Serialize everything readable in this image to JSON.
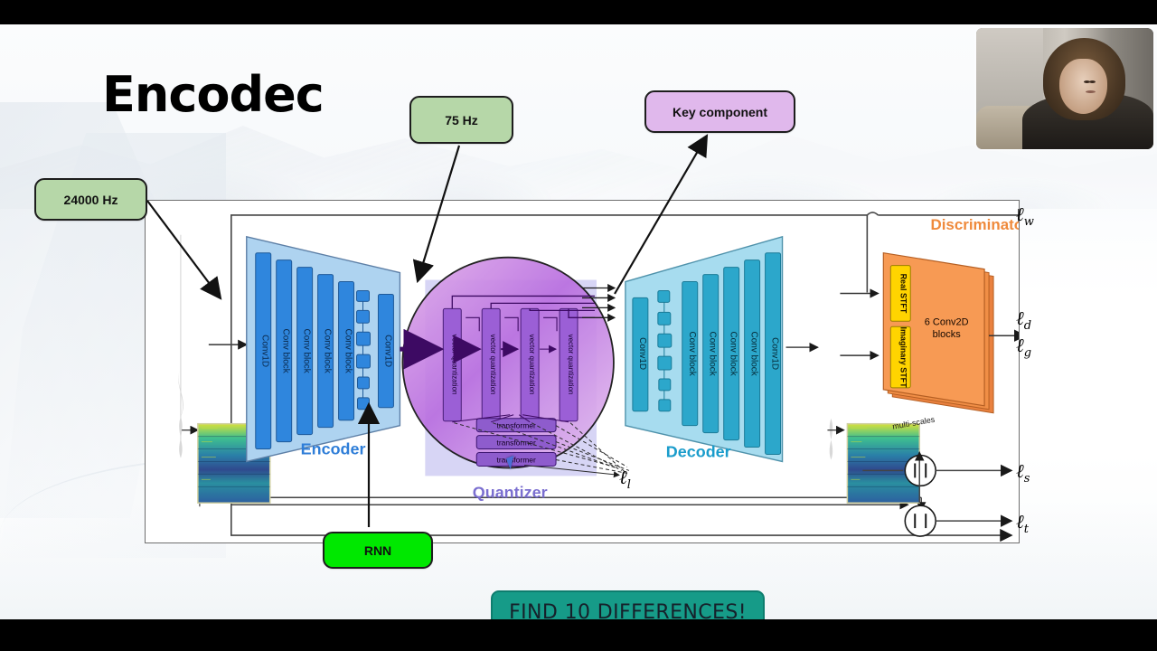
{
  "slide": {
    "title": "Encodec",
    "banner_label": "FIND 10 DIFFERENCES!"
  },
  "callouts": [
    {
      "id": "sample-rate",
      "label": "24000 Hz",
      "color": "#b6d7a8"
    },
    {
      "id": "frame-rate",
      "label": "75 Hz",
      "color": "#b6d7a8"
    },
    {
      "id": "key-component",
      "label": "Key component",
      "color": "#e0b8ec"
    },
    {
      "id": "rnn",
      "label": "RNN",
      "color": "#00e800"
    }
  ],
  "diagram": {
    "encoder": {
      "label": "Encoder",
      "label_color": "#2f7ed8",
      "blocks": [
        "Conv1D",
        "Conv block",
        "Conv block",
        "Conv block",
        "Conv block",
        "Conv1D"
      ],
      "lstm_cells": 6
    },
    "quantizer": {
      "label": "Quantizer",
      "label_color": "#7b6fd0",
      "vq_blocks": [
        "vector quantization",
        "vector quantization",
        "vector quantization",
        "vector quantization"
      ],
      "transformers": [
        "transformer",
        "transformer",
        "transformer"
      ],
      "output_arrows": 4
    },
    "decoder": {
      "label": "Decoder",
      "label_color": "#1a9ccb",
      "blocks": [
        "Conv1D",
        "Conv block",
        "Conv block",
        "Conv block",
        "Conv block",
        "Conv1D"
      ],
      "lstm_cells": 6
    },
    "discriminator": {
      "label": "Discriminator",
      "label_color": "#ef8a3c",
      "stft_blocks": [
        "Real STFT",
        "Imaginary STFT"
      ],
      "body_label": "6 Conv2D blocks",
      "scales_label": "multi-scales"
    },
    "losses": [
      {
        "id": "l_w",
        "base": "ℓ",
        "sub": "w"
      },
      {
        "id": "l_d",
        "base": "ℓ",
        "sub": "d"
      },
      {
        "id": "l_g",
        "base": "ℓ",
        "sub": "g"
      },
      {
        "id": "l_l",
        "base": "ℓ",
        "sub": "l"
      },
      {
        "id": "l_s",
        "base": "ℓ",
        "sub": "s"
      },
      {
        "id": "l_t",
        "base": "ℓ",
        "sub": "t"
      }
    ],
    "compare_nodes": [
      "||",
      "||"
    ]
  },
  "colors": {
    "encoder_fill": "#aed3f0",
    "encoder_block": "#2f86dd",
    "decoder_fill": "#a7dcef",
    "decoder_block": "#2ca7cb",
    "quantizer_fill": "#c9c7f2",
    "quantizer_circle": "#b96fe0",
    "vq_block": "#9b5fd6",
    "transformer_block": "#8e5ccd",
    "discriminator_fill": "#f79a54",
    "stft_block": "#ffd400",
    "green_callout": "#b6d7a8",
    "purple_callout": "#e0b8ec",
    "lime_callout": "#00e800",
    "banner": "#169b88"
  }
}
